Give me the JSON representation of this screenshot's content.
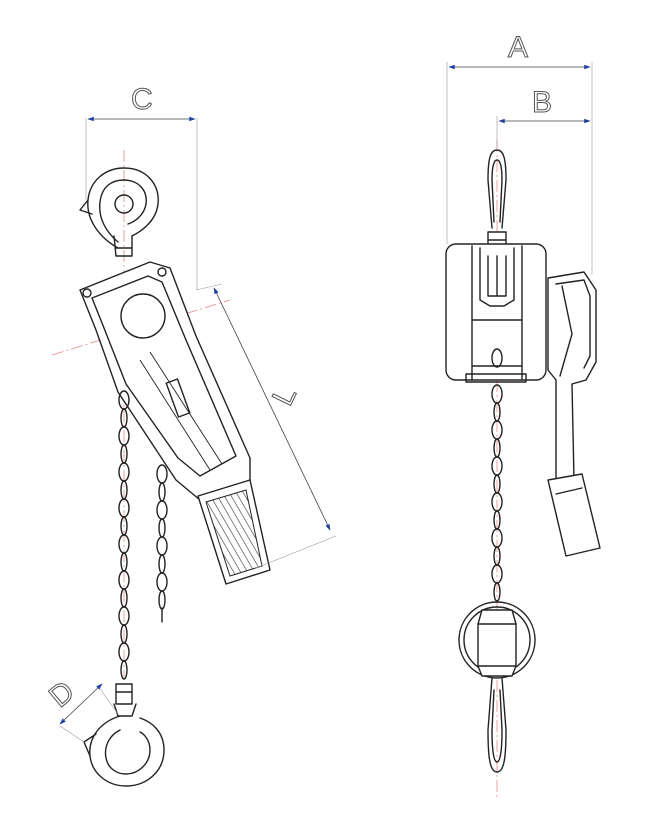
{
  "dimensions": {
    "A": "A",
    "B": "B",
    "C": "C",
    "D": "D",
    "L": "L"
  },
  "colors": {
    "outline": "#222222",
    "centerline": "#e58a8a",
    "dimension_arrow": "#1f3fa0"
  }
}
